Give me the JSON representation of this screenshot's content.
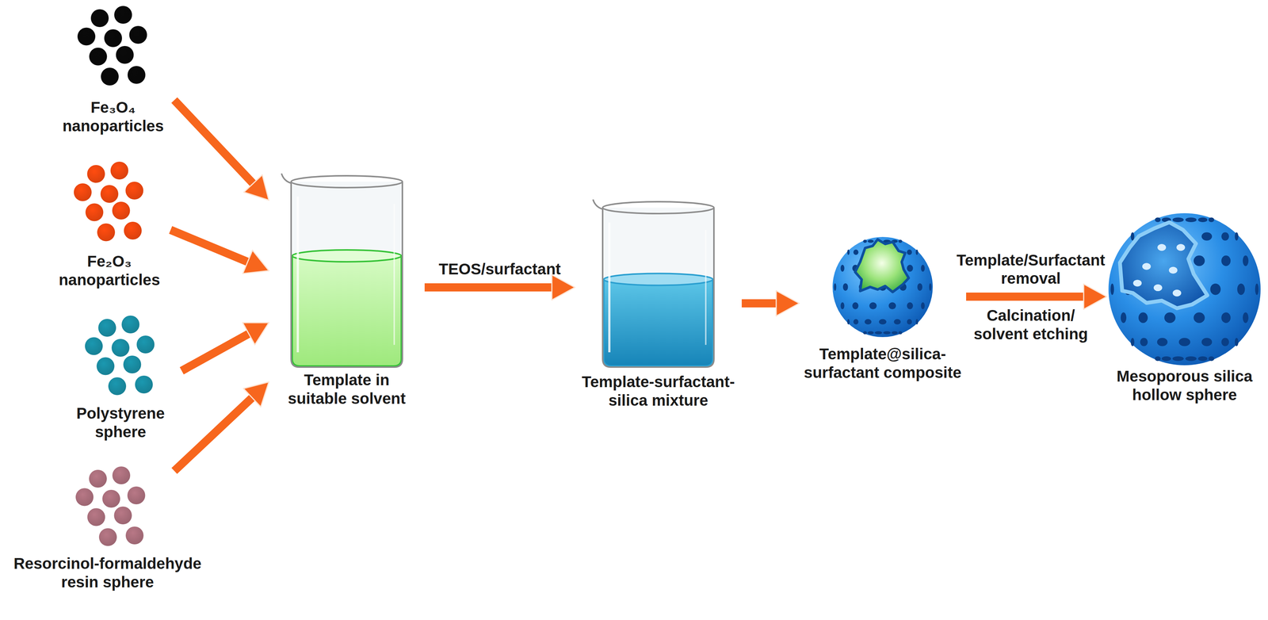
{
  "diagram": {
    "nodes": [
      {
        "text": [
          "Fe₃O₄ nanoparticles"
        ]
      },
      {
        "text": [
          "Fe₂O₃ nanoparticles"
        ]
      },
      {
        "text": [
          "Polystyrene sphere"
        ]
      },
      {
        "text": [
          "Resorcinol-formaldehyde resin sphere"
        ]
      },
      {
        "text": [
          "Template in suitable solvent"
        ]
      },
      {
        "text": [
          "Template-surfactant-silica mixture"
        ]
      },
      {
        "text": [
          "Template@silica-surfactant composite"
        ]
      },
      {
        "text": [
          "Mesoporous silica hollow sphere"
        ]
      }
    ],
    "edges": [
      {
        "from": 0,
        "to": 4,
        "arrow": "to"
      },
      {
        "from": 1,
        "to": 4,
        "arrow": "to"
      },
      {
        "from": 2,
        "to": 4,
        "arrow": "to"
      },
      {
        "from": 3,
        "to": 4,
        "arrow": "to"
      },
      {
        "from": 4,
        "to": 5,
        "label": "TEOS/surfactant",
        "arrow": "to"
      },
      {
        "from": 5,
        "to": 6,
        "arrow": "to"
      },
      {
        "from": 6,
        "to": 7,
        "label": "Template/Surfactant removal",
        "arrow": "to"
      }
    ],
    "labels": [
      "Calcination/ solvent etching"
    ]
  }
}
